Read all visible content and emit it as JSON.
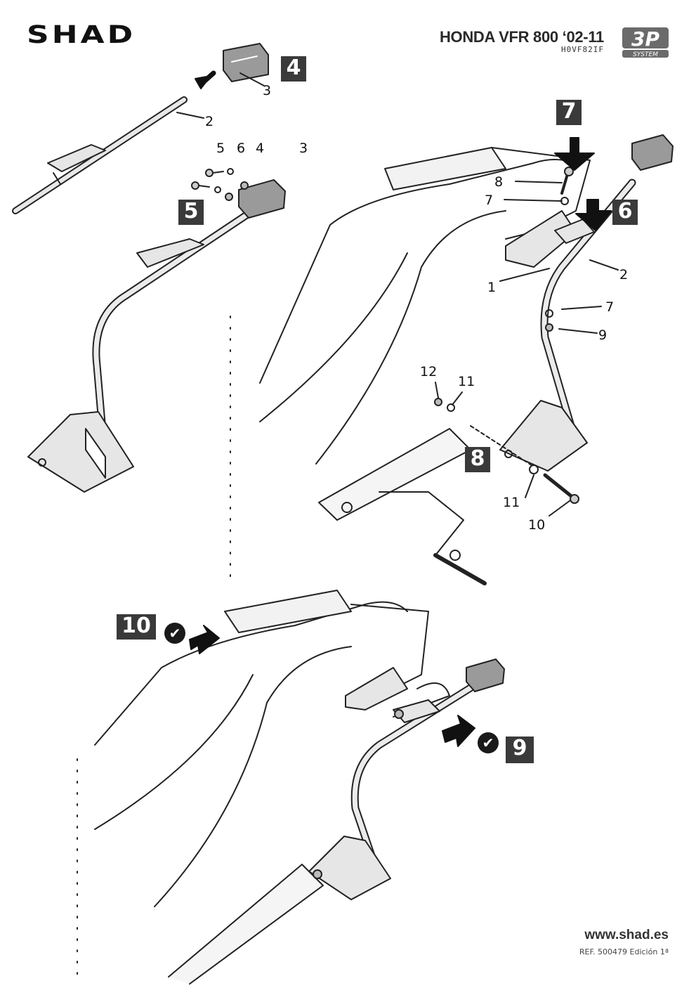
{
  "header": {
    "brand": "SHAD",
    "model": "HONDA VFR 800 ‘02-11",
    "model_code": "H0VF82IF",
    "badge_main": "3P",
    "badge_sub": "SYSTEM"
  },
  "steps": [
    "4",
    "5",
    "6",
    "7",
    "8",
    "9",
    "10"
  ],
  "callouts": {
    "c3a": "3",
    "c2a": "2",
    "c5": "5",
    "c6": "6",
    "c4": "4",
    "c3b": "3",
    "c8": "8",
    "c7a": "7",
    "c2b": "2",
    "c1": "1",
    "c7b": "7",
    "c9": "9",
    "c12": "12",
    "c11a": "11",
    "c11b": "11",
    "c10": "10"
  },
  "check_mark": "✔",
  "footer": {
    "website": "www.shad.es",
    "reference": "REF. 500479 Edición 1ª"
  },
  "colors": {
    "step_bg": "#3a3a3a",
    "line": "#222222",
    "part_fill": "#e6e6e6",
    "dark_part": "#8a8a8a"
  }
}
